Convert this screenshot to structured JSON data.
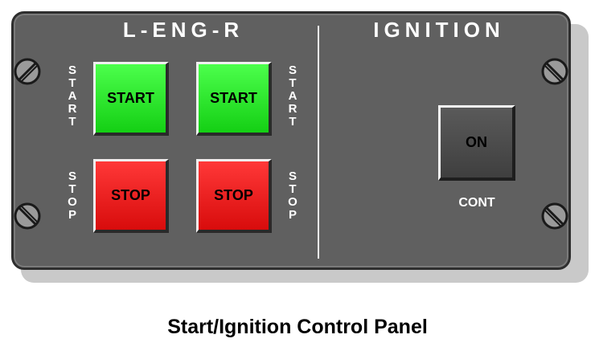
{
  "panel": {
    "left_section_title": "L-ENG-R",
    "right_section_title": "IGNITION",
    "left_start_label": "START",
    "right_start_label": "START",
    "left_stop_label": "STOP",
    "right_stop_label": "STOP"
  },
  "buttons": {
    "left_start": "START",
    "right_start": "START",
    "left_stop": "STOP",
    "right_stop": "STOP",
    "ignition_on": "ON"
  },
  "ignition": {
    "cont_label": "CONT"
  },
  "caption": "Start/Ignition Control Panel",
  "colors": {
    "panel": "#606060",
    "start_button": "#22e622",
    "stop_button": "#ee1c1c",
    "on_button": "#4a4a4a"
  }
}
